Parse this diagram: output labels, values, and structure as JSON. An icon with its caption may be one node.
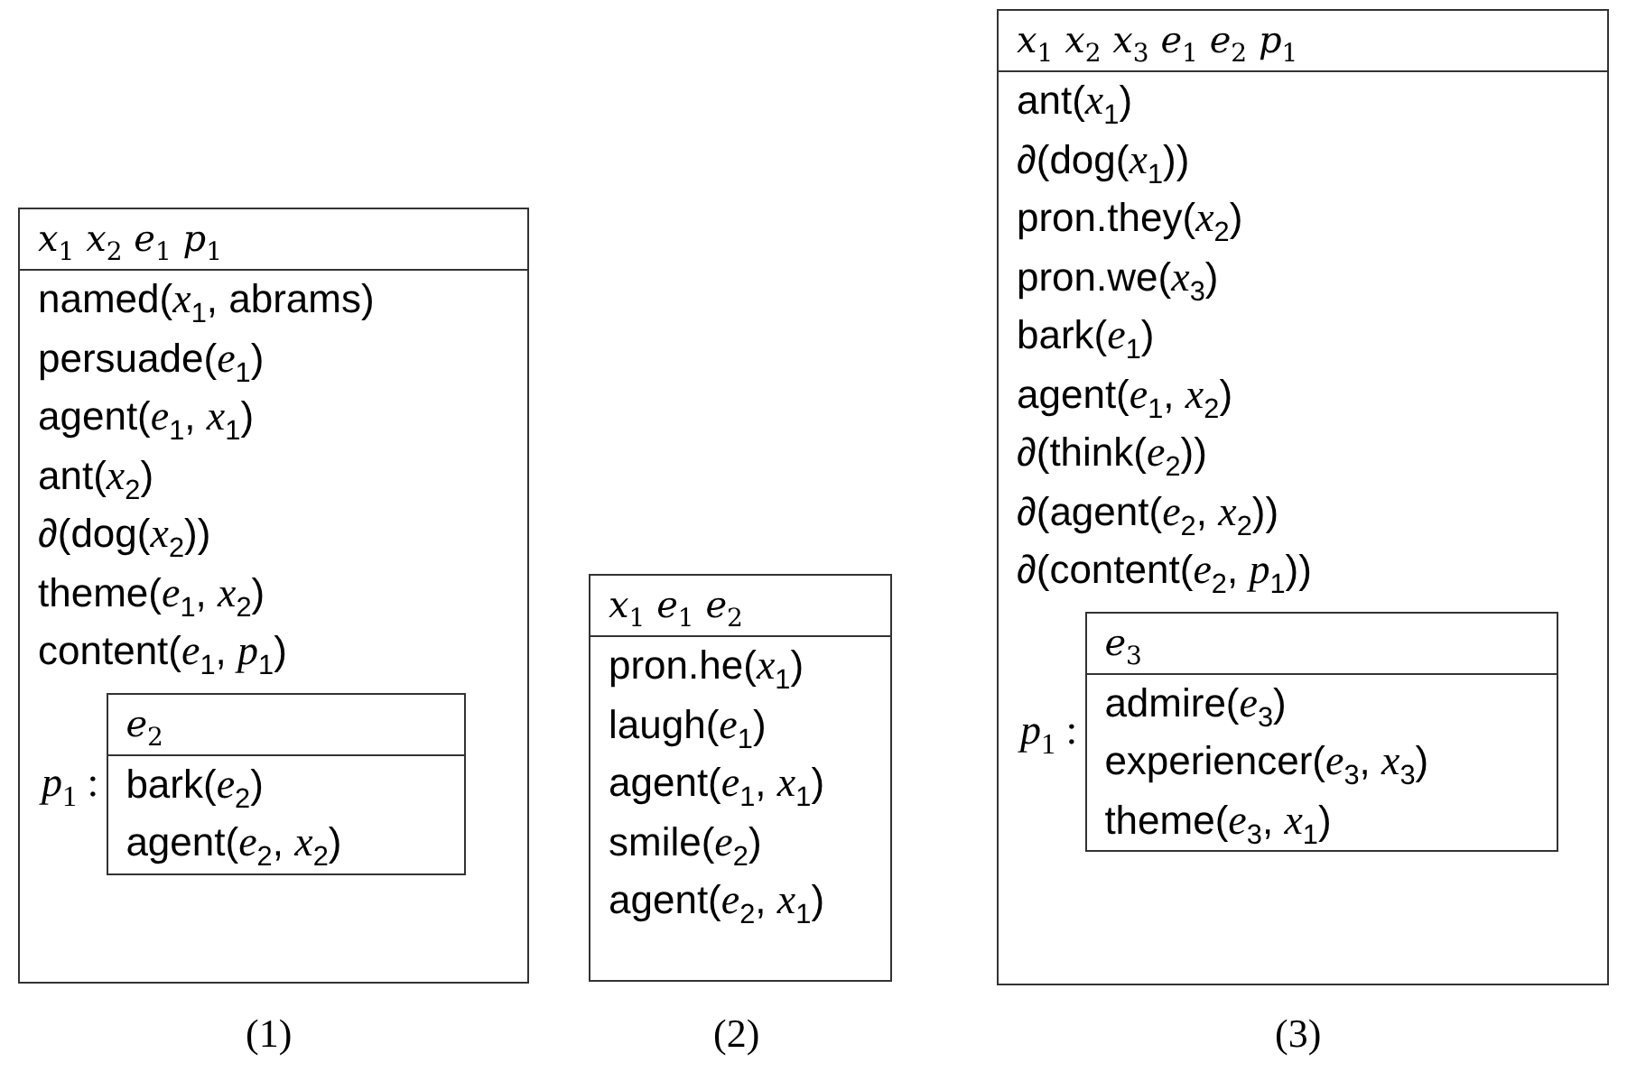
{
  "diagram": {
    "nodes": [
      {
        "text": [
          "*x*$_{1}$ *x*$_{2}$ *e*$_{1}$ *p*$_{1}$",
          "named(*x*$_{1}$, abrams)",
          "persuade(*e*$_{1}$)",
          "agent(*e*$_{1}$, *x*$_{1}$)",
          "ant(*x*$_{2}$)",
          "∂(dog(*x*$_{2}$))",
          "theme(*e*$_{1}$, *x*$_{2}$)",
          "content(*e*$_{1}$, *p*$_{1}$)"
        ]
      },
      {
        "text": [
          "*e*$_{2}$",
          "bark(*e*$_{2}$)",
          "agent(*e*$_{2}$, *x*$_{2}$)"
        ],
        "in": 0,
        "beside": [
          "*p*$_{1}$ :"
        ]
      },
      {
        "text": [
          "*x*$_{1}$ *e*$_{1}$ *e*$_{2}$",
          "pron.he(*x*$_{1}$)",
          "laugh(*e*$_{1}$)",
          "agent(*e*$_{1}$, *x*$_{1}$)",
          "smile(*e*$_{2}$)",
          "agent(*e*$_{2}$, *x*$_{1}$)"
        ]
      },
      {
        "text": [
          "*x*$_{1}$ *x*$_{2}$ *x*$_{3}$ *e*$_{1}$ *e*$_{2}$ *p*$_{1}$",
          "ant(*x*$_{1}$)",
          "∂(dog(*x*$_{1}$))",
          "pron.they(*x*$_{2}$)",
          "pron.we(*x*$_{3}$)",
          "bark(*e*$_{1}$)",
          "agent(*e*$_{1}$, *x*$_{2}$)",
          "∂(think(*e*$_{2}$))",
          "∂(agent(*e*$_{2}$, *x*$_{2}$))",
          "∂(content(*e*$_{2}$, *p*$_{1}$))"
        ]
      },
      {
        "text": [
          "*e*$_{3}$",
          "admire(*e*$_{3}$)",
          "experiencer(*e*$_{3}$, *x*$_{3}$)",
          "theme(*e*$_{3}$, *x*$_{1}$)"
        ],
        "in": 3,
        "beside": [
          "*p*$_{1}$ :"
        ]
      }
    ],
    "labels": [
      "(1)",
      "(2)",
      "(3)"
    ]
  }
}
